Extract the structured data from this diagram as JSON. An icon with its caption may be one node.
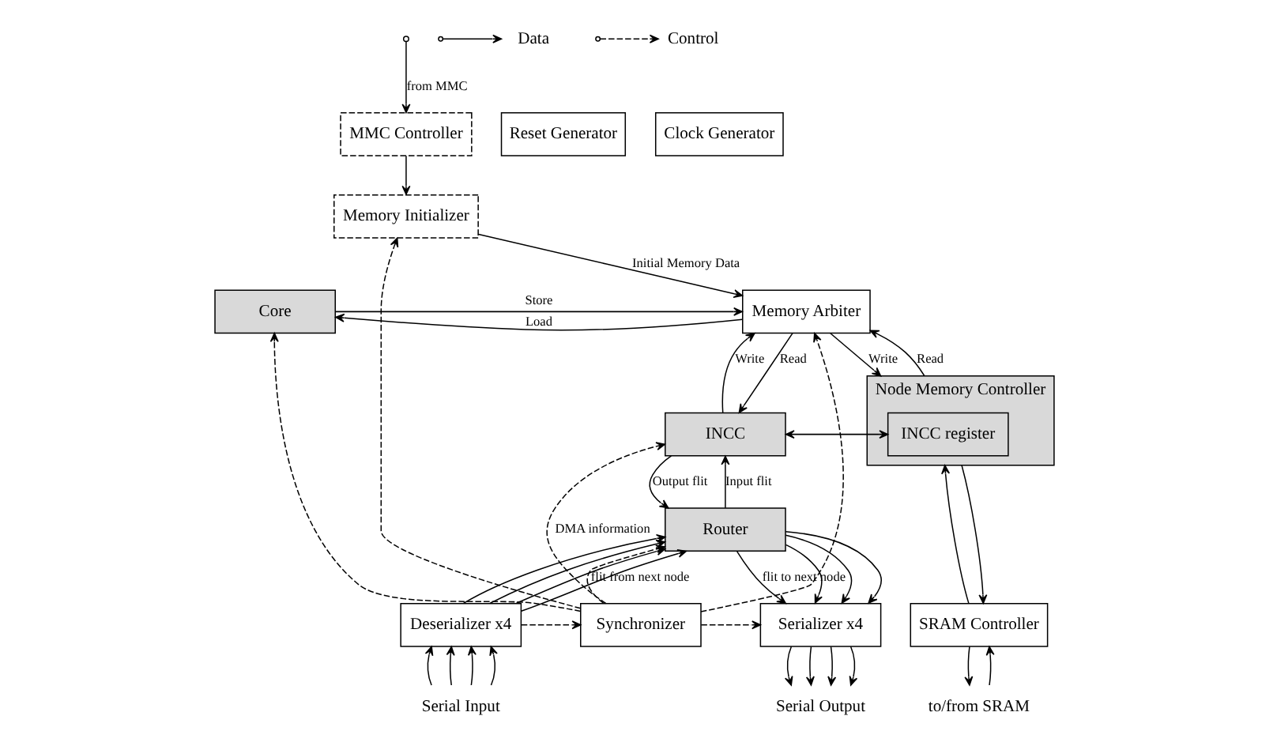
{
  "diagram": {
    "nodes": [
      {
        "text": [
          "MMC Controller"
        ]
      },
      {
        "text": [
          "Memory Initializer"
        ]
      },
      {
        "text": [
          "Reset Generator"
        ]
      },
      {
        "text": [
          "Clock Generator"
        ]
      },
      {
        "text": [
          "Core"
        ]
      },
      {
        "text": [
          "Memory Arbiter"
        ]
      },
      {
        "text": [
          "Node Memory Controller"
        ]
      },
      {
        "text": [
          "INCC register"
        ],
        "in": 6
      },
      {
        "text": [
          "INCC"
        ]
      },
      {
        "text": [
          "Router"
        ]
      },
      {
        "text": [
          "Serializer x4"
        ]
      },
      {
        "text": [
          "Deserializer x4"
        ]
      },
      {
        "text": [
          "Synchronizer"
        ]
      },
      {
        "text": [
          "SRAM Controller"
        ]
      },
      {
        "text": [
          "Serial Output"
        ]
      },
      {
        "text": [
          "Serial Input"
        ]
      },
      {
        "text": [
          "to/from SRAM"
        ]
      }
    ],
    "edges": [
      {
        "from": null,
        "to": 0,
        "arrow": "to",
        "label": "from MMC"
      },
      {
        "from": 0,
        "to": 1,
        "arrow": "to"
      },
      {
        "from": 1,
        "to": 5,
        "arrow": "to",
        "label": "Initial Memory Data"
      },
      {
        "from": 4,
        "to": 5,
        "arrow": "to",
        "label": "Store"
      },
      {
        "from": 5,
        "to": 4,
        "arrow": "to",
        "label": "Load"
      },
      {
        "from": 5,
        "to": 8,
        "arrow": "to",
        "label": "Read"
      },
      {
        "from": 8,
        "to": 5,
        "arrow": "to",
        "label": "Write"
      },
      {
        "from": 8,
        "to": 7,
        "arrow": "both"
      },
      {
        "from": 5,
        "to": 6,
        "arrow": "to",
        "label": "Write"
      },
      {
        "from": 6,
        "to": 5,
        "arrow": "to",
        "label": "Read"
      },
      {
        "from": 8,
        "to": 9,
        "arrow": "to",
        "label": "Output flit"
      },
      {
        "from": 9,
        "to": 8,
        "arrow": "to",
        "label": "Input flit"
      },
      {
        "from": 9,
        "to": 10,
        "arrow": "to",
        "label": "flit to next node"
      },
      {
        "from": 9,
        "to": 10,
        "arrow": "to"
      },
      {
        "from": 9,
        "to": 10,
        "arrow": "to"
      },
      {
        "from": 9,
        "to": 10,
        "arrow": "to"
      },
      {
        "from": 11,
        "to": 9,
        "arrow": "to"
      },
      {
        "from": 11,
        "to": 9,
        "arrow": "to"
      },
      {
        "from": 11,
        "to": 9,
        "arrow": "to"
      },
      {
        "from": 11,
        "to": 9,
        "arrow": "to"
      },
      {
        "from": 10,
        "to": 14,
        "arrow": "to"
      },
      {
        "from": 10,
        "to": 14,
        "arrow": "to"
      },
      {
        "from": 10,
        "to": 14,
        "arrow": "to"
      },
      {
        "from": 10,
        "to": 14,
        "arrow": "to"
      },
      {
        "from": 15,
        "to": 11,
        "arrow": "to"
      },
      {
        "from": 15,
        "to": 11,
        "arrow": "to"
      },
      {
        "from": 15,
        "to": 11,
        "arrow": "to"
      },
      {
        "from": 15,
        "to": 11,
        "arrow": "to"
      },
      {
        "from": 11,
        "to": 12,
        "arrow": "to",
        "style": "dashed"
      },
      {
        "from": 12,
        "to": 1,
        "arrow": "to",
        "style": "dashed"
      },
      {
        "from": 12,
        "to": 4,
        "arrow": "to",
        "style": "dashed"
      },
      {
        "from": 12,
        "to": 8,
        "arrow": "to",
        "style": "dashed",
        "label": "DMA information"
      },
      {
        "from": 12,
        "to": 9,
        "arrow": "to",
        "style": "dashed",
        "label": "flit from next node"
      },
      {
        "from": 12,
        "to": 5,
        "arrow": "to",
        "style": "dashed"
      },
      {
        "from": 12,
        "to": 10,
        "arrow": "to",
        "style": "dashed"
      },
      {
        "from": 13,
        "to": 6,
        "arrow": "to"
      },
      {
        "from": 6,
        "to": 13,
        "arrow": "to"
      },
      {
        "from": 16,
        "to": 13,
        "arrow": "to"
      },
      {
        "from": 13,
        "to": 16,
        "arrow": "to"
      }
    ],
    "legend": [
      {
        "text": "Data"
      },
      {
        "text": "Control"
      }
    ]
  }
}
